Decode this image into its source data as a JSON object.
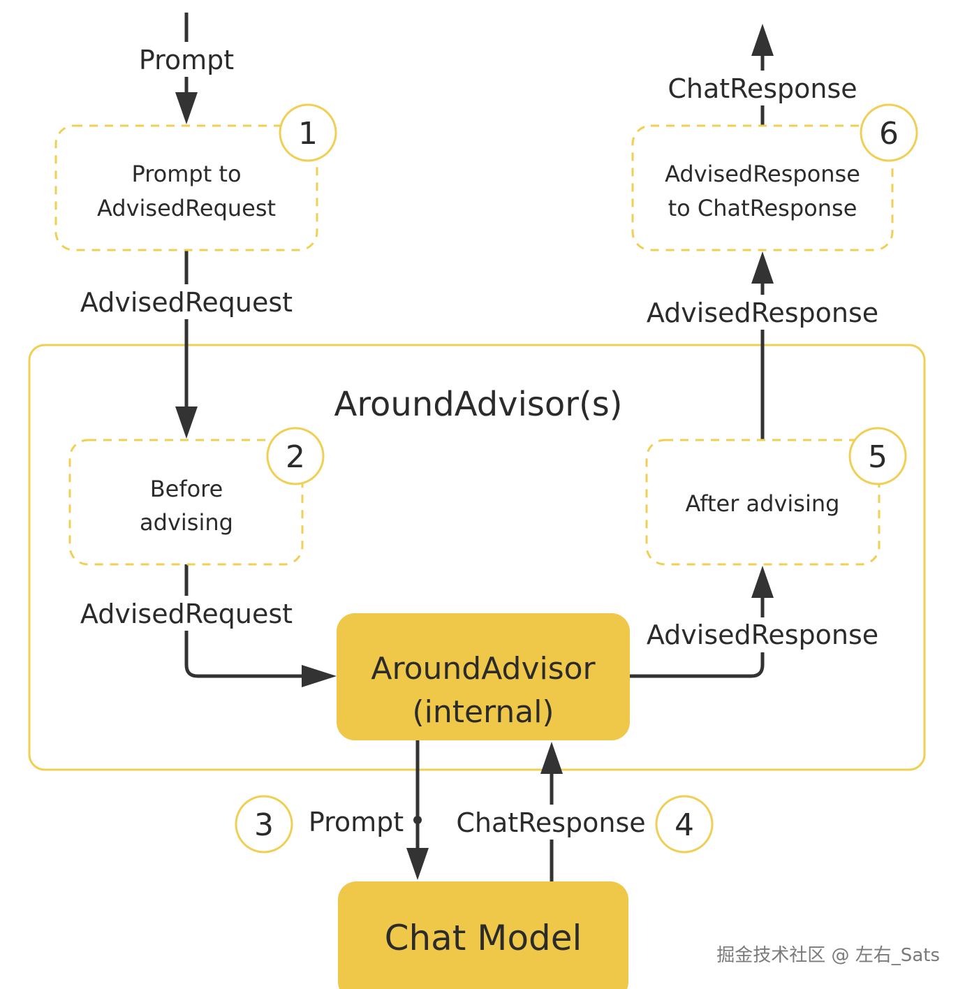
{
  "diagram": {
    "container_title": "AroundAdvisor(s)",
    "nodes": {
      "prompt_to_advised": {
        "number": "1",
        "line1": "Prompt to",
        "line2": "AdvisedRequest"
      },
      "before_advising": {
        "number": "2",
        "line1": "Before",
        "line2": "advising"
      },
      "after_advising": {
        "number": "5",
        "line1": "After advising"
      },
      "advised_to_chat": {
        "number": "6",
        "line1": "AdvisedResponse",
        "line2": "to ChatResponse"
      },
      "around_advisor_internal": {
        "line1": "AroundAdvisor",
        "line2": "(internal)"
      },
      "chat_model": {
        "label": "Chat Model"
      }
    },
    "edges": {
      "input_prompt": "Prompt",
      "advised_request_1": "AdvisedRequest",
      "advised_request_2": "AdvisedRequest",
      "prompt_to_model": {
        "label": "Prompt",
        "number": "3"
      },
      "chat_response_from_model": {
        "label": "ChatResponse",
        "number": "4"
      },
      "advised_response_1": "AdvisedResponse",
      "advised_response_2": "AdvisedResponse",
      "output_chat_response": "ChatResponse"
    },
    "colors": {
      "accent_fill": "#efc84a",
      "dashed_border": "#f0cf55",
      "container_border": "#f0cf55",
      "line": "#333333"
    }
  },
  "watermark": "掘金技术社区 @ 左右_Sats"
}
